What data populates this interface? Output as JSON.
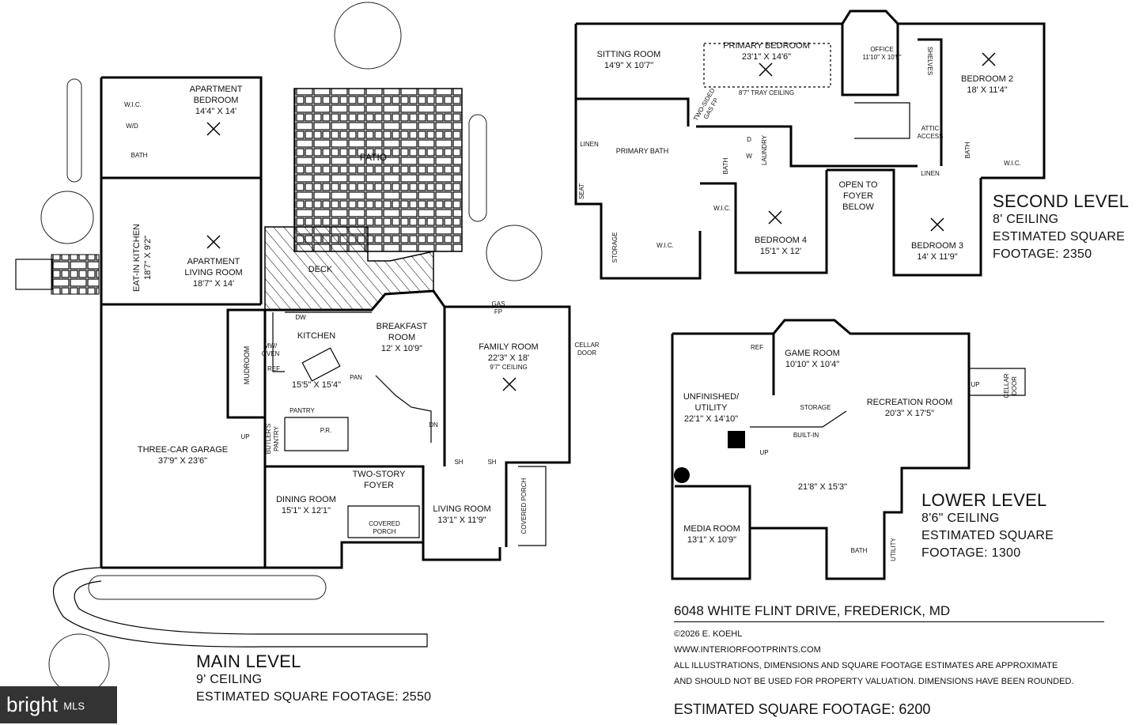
{
  "main_level": {
    "title": "MAIN LEVEL",
    "ceiling": "9' CEILING",
    "footage": "ESTIMATED SQUARE FOOTAGE: 2550",
    "rooms": {
      "apt_bedroom": [
        "APARTMENT",
        "BEDROOM",
        "14'4\" X 14'"
      ],
      "wic": "W.I.C.",
      "wd": "W/D",
      "bath": "BATH",
      "patio": "PATIO",
      "eat_in_kitchen": [
        "EAT-IN KITCHEN",
        "18'7\" X 9'2\""
      ],
      "apt_living": [
        "APARTMENT",
        "LIVING ROOM",
        "18'7\" X 14'"
      ],
      "deck": "DECK",
      "kitchen": [
        "KITCHEN",
        "15'5\" X 15'4\""
      ],
      "breakfast": [
        "BREAKFAST",
        "ROOM",
        "12' X 10'9\""
      ],
      "family": [
        "FAMILY ROOM",
        "22'3\" X 18'",
        "9'7\" CEILING"
      ],
      "mudroom": "MUDROOM",
      "garage": [
        "THREE-CAR GARAGE",
        "37'9\" X 23'6\""
      ],
      "butlers": [
        "BUTLER'S",
        "PANTRY"
      ],
      "pantry": "PANTRY",
      "pr": "P.R.",
      "foyer": [
        "TWO-STORY",
        "FOYER"
      ],
      "dining": [
        "DINING ROOM",
        "15'1\" X 12'1\""
      ],
      "living": [
        "LIVING ROOM",
        "13'1\" X 11'9\""
      ],
      "covered_porch_1": [
        "COVERED",
        "PORCH"
      ],
      "covered_porch_2": "COVERED PORCH",
      "cellar_door": [
        "CELLAR",
        "DOOR"
      ],
      "gas_fp": [
        "GAS",
        "FP"
      ],
      "dw": "DW",
      "ref": "REF",
      "mw_oven": [
        "MW/",
        "OVEN"
      ],
      "up": "UP",
      "dn": "DN",
      "pan": "PAN",
      "sh": "SH"
    }
  },
  "second_level": {
    "title": "SECOND LEVEL",
    "ceiling": "8' CEILING",
    "footage_1": "ESTIMATED SQUARE",
    "footage_2": "FOOTAGE: 2350",
    "rooms": {
      "sitting": [
        "SITTING ROOM",
        "14'9\" X 10'7\""
      ],
      "primary_bed": [
        "PRIMARY BEDROOM",
        "23'1\" X 14'6\""
      ],
      "tray": "8'7\" TRAY CEILING",
      "office": [
        "OFFICE",
        "11'10\" X 10'5\""
      ],
      "shelves": "SHELVES",
      "bedroom2": [
        "BEDROOM 2",
        "18' X 11'4\""
      ],
      "linen": "LINEN",
      "primary_bath": "PRIMARY BATH",
      "two_sided": [
        "TWO-SIDED",
        "GAS FP"
      ],
      "bath": "BATH",
      "laundry": "LAUNDRY",
      "d": "D",
      "w": "W",
      "attic": [
        "ATTIC",
        "ACCESS"
      ],
      "wic": "W.I.C.",
      "seat": "SEAT",
      "storage": "STORAGE",
      "bedroom4": [
        "BEDROOM 4",
        "15'1\" X 12'"
      ],
      "open_foyer": [
        "OPEN TO",
        "FOYER",
        "BELOW"
      ],
      "bedroom3": [
        "BEDROOM 3",
        "14' X 11'9\""
      ]
    }
  },
  "lower_level": {
    "title": "LOWER LEVEL",
    "ceiling": "8'6\" CEILING",
    "footage_1": "ESTIMATED SQUARE",
    "footage_2": "FOOTAGE: 1300",
    "rooms": {
      "ref": "REF",
      "game": [
        "GAME ROOM",
        "10'10\" X 10'4\""
      ],
      "unfinished": [
        "UNFINISHED/",
        "UTILITY",
        "22'1\" X 14'10\""
      ],
      "storage": "STORAGE",
      "built_in": "BUILT-IN",
      "recreation": [
        "RECREATION ROOM",
        "20'3\" X 17'5\""
      ],
      "cellar_door": [
        "CELLAR",
        "DOOR"
      ],
      "center": "21'8\" X 15'3\"",
      "media": [
        "MEDIA ROOM",
        "13'1\" X 10'9\""
      ],
      "bath": "BATH",
      "utility": "UTILITY",
      "up": "UP"
    }
  },
  "footer": {
    "address": "6048 WHITE FLINT DRIVE, FREDERICK, MD",
    "copyright": "©2026 E. KOEHL",
    "website": "WWW.INTERIORFOOTPRINTS.COM",
    "disclaimer_1": "ALL ILLUSTRATIONS, DIMENSIONS AND SQUARE FOOTAGE ESTIMATES ARE APPROXIMATE",
    "disclaimer_2": "AND  SHOULD NOT BE USED FOR PROPERTY VALUATION. DIMENSIONS HAVE BEEN ROUNDED.",
    "total": "ESTIMATED SQUARE FOOTAGE: 6200"
  },
  "logo": {
    "text": "bright",
    "suffix": "MLS"
  }
}
